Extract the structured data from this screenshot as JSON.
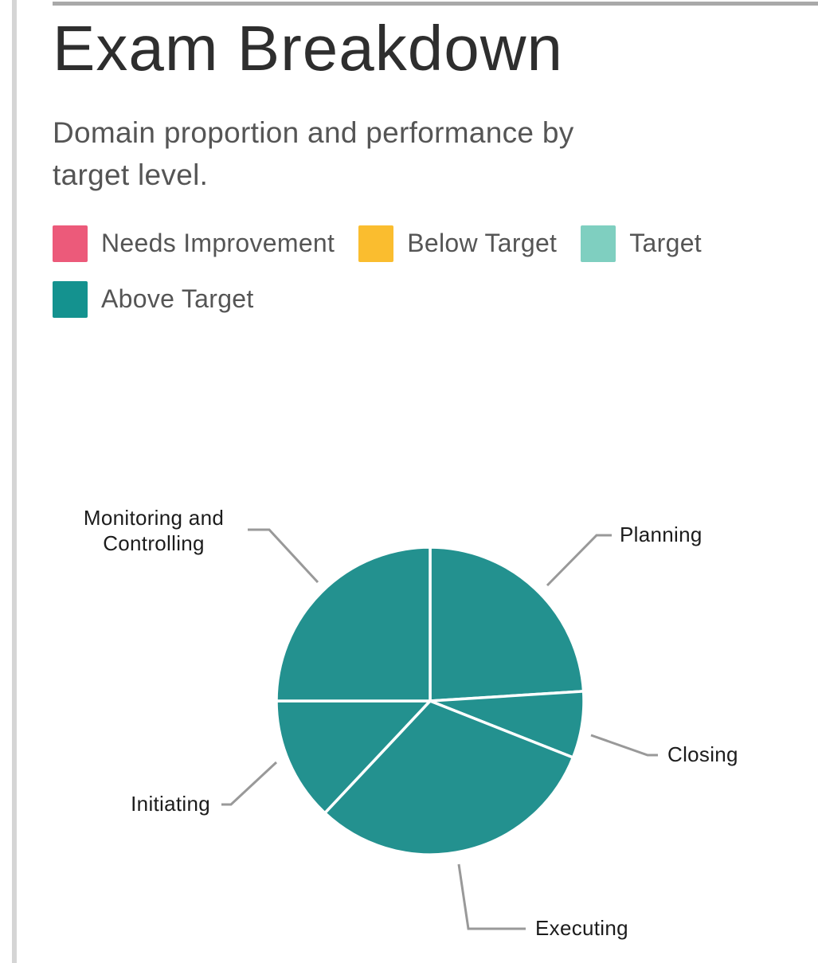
{
  "page": {
    "title": "Exam Breakdown",
    "subtitle": "Domain proportion and performance by target level."
  },
  "legend": {
    "items": [
      {
        "label": "Needs Improvement",
        "color": "#EC5A7A"
      },
      {
        "label": "Below Target",
        "color": "#FABD2F"
      },
      {
        "label": "Target",
        "color": "#7FCFC0"
      },
      {
        "label": "Above Target",
        "color": "#14928F"
      }
    ]
  },
  "chart_data": {
    "type": "pie",
    "start_angle_deg": 0,
    "direction": "clockwise",
    "values_unit": "percent",
    "values_shown_as_text": false,
    "slice_fill": "#23918F",
    "slice_border": "#FFFFFF",
    "leader_line_color": "#999999",
    "label_color": "#1c1c1c",
    "slices": [
      {
        "label": "Planning",
        "label_lines": [
          "Planning"
        ],
        "value": 24,
        "performance": "Above Target"
      },
      {
        "label": "Closing",
        "label_lines": [
          "Closing"
        ],
        "value": 7,
        "performance": "Above Target"
      },
      {
        "label": "Executing",
        "label_lines": [
          "Executing"
        ],
        "value": 31,
        "performance": "Above Target"
      },
      {
        "label": "Initiating",
        "label_lines": [
          "Initiating"
        ],
        "value": 13,
        "performance": "Above Target"
      },
      {
        "label": "Monitoring and Controlling",
        "label_lines": [
          "Monitoring and",
          "Controlling"
        ],
        "value": 25,
        "performance": "Above Target"
      }
    ]
  }
}
